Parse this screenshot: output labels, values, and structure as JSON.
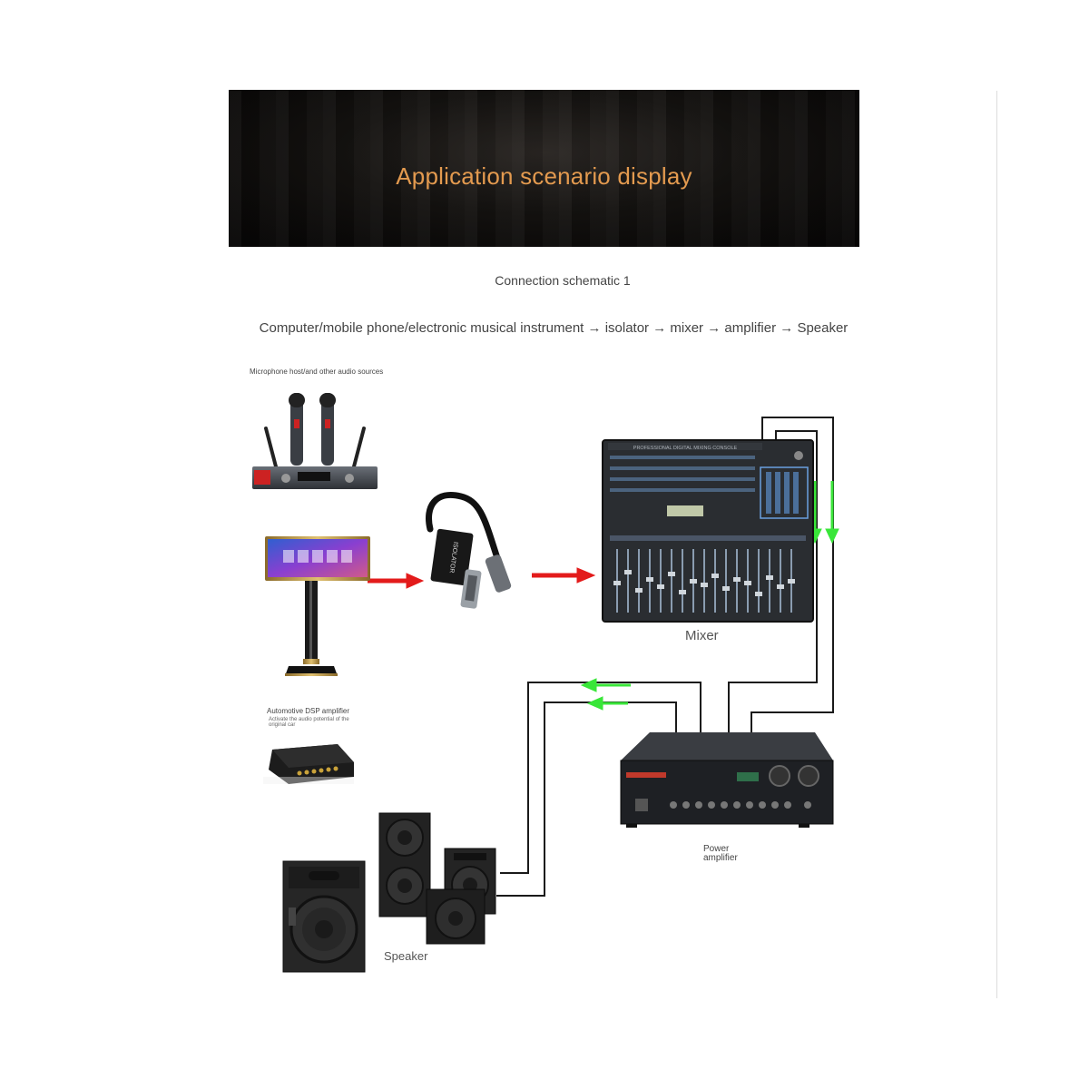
{
  "banner": {
    "title": "Application scenario display"
  },
  "schematic": {
    "title": "Connection schematic 1",
    "chain": {
      "step1": "Computer/mobile phone/electronic musical instrument",
      "step2": "isolator",
      "step3": "mixer",
      "step4": "amplifier",
      "step5": "Speaker",
      "arrow": "→"
    }
  },
  "labels": {
    "mic_sources": "Microphone host/and other audio sources",
    "dsp_title": "Automotive DSP amplifier",
    "dsp_sub_1": "Activate the audio potential of the",
    "dsp_sub_2": "original car",
    "isolator_text": "ISOLATOR",
    "mixer": "Mixer",
    "mixer_panel_text": "PROFESSIONAL DIGITAL MIXING CONSOLE",
    "power_amp_1": "Power",
    "power_amp_2": "amplifier",
    "speaker": "Speaker"
  },
  "colors": {
    "banner_title": "#e39a4f",
    "signal_arrow": "#e31b1b",
    "return_arrow": "#39e639",
    "cable": "#1a1a1a"
  }
}
